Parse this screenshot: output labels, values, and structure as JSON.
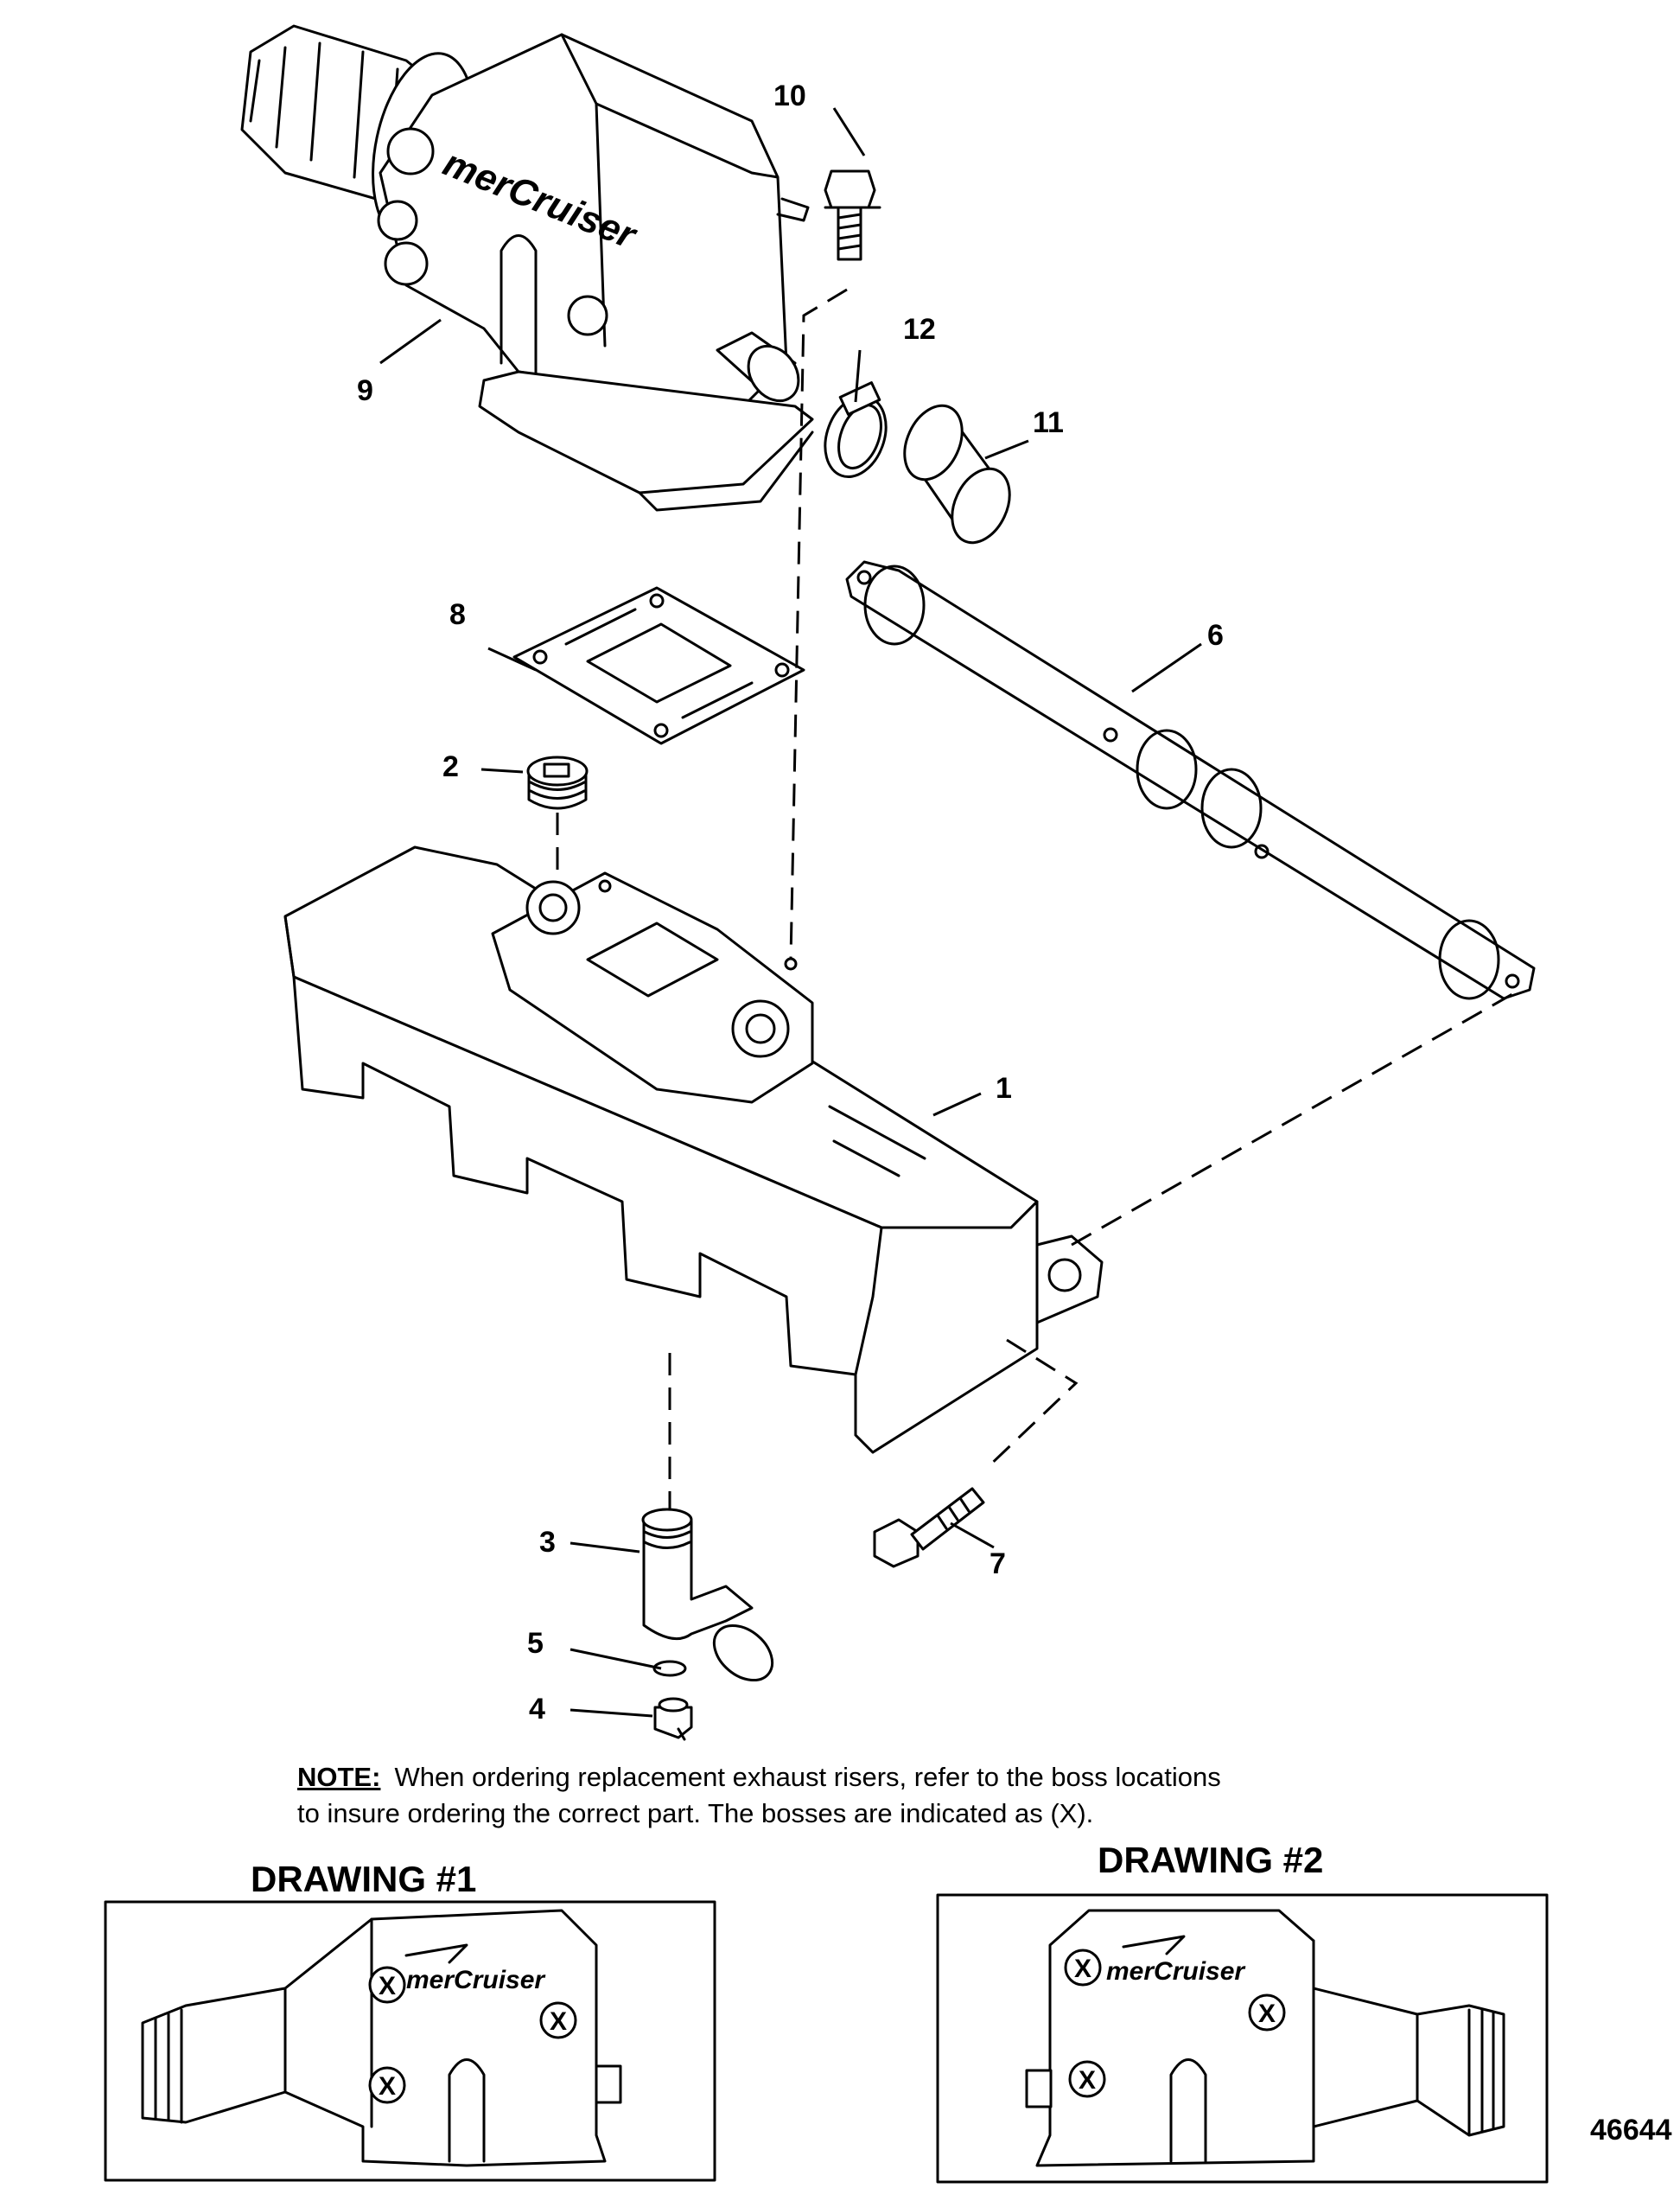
{
  "callouts": {
    "c1": "1",
    "c2": "2",
    "c3": "3",
    "c4": "4",
    "c5": "5",
    "c6": "6",
    "c7": "7",
    "c8": "8",
    "c9": "9",
    "c10": "10",
    "c11": "11",
    "c12": "12"
  },
  "note": {
    "label": "NOTE:",
    "line1": "When ordering replacement exhaust risers, refer to the boss locations",
    "line2": "to insure ordering the correct part. The bosses are indicated as (X)."
  },
  "drawings": {
    "d1_title": "DRAWING #1",
    "d2_title": "DRAWING #2",
    "boss_mark": "X"
  },
  "logo_text": "merCruiser",
  "figure_number": "46644"
}
